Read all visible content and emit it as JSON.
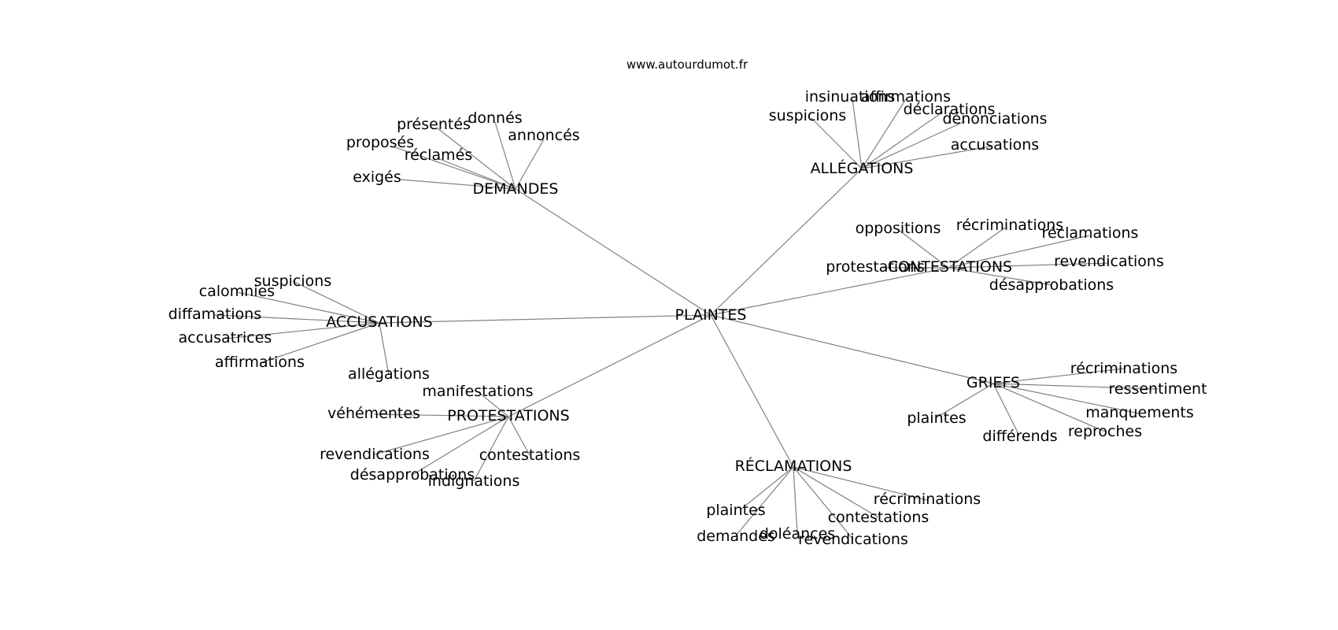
{
  "source": "www.autourdumot.fr",
  "root": "PLAINTES",
  "groups": [
    {
      "label": "DEMANDES",
      "children": [
        "présentés",
        "donnés",
        "annoncés",
        "proposés",
        "réclamés",
        "exigés"
      ]
    },
    {
      "label": "ALLÉGATIONS",
      "children": [
        "insinuations",
        "affirmations",
        "suspicions",
        "déclarations",
        "dénonciations",
        "accusations"
      ]
    },
    {
      "label": "CONTESTATIONS",
      "children": [
        "oppositions",
        "récriminations",
        "réclamations",
        "protestations",
        "revendications",
        "désapprobations"
      ]
    },
    {
      "label": "ACCUSATIONS",
      "children": [
        "suspicions",
        "calomnies",
        "diffamations",
        "accusatrices",
        "affirmations",
        "allégations"
      ]
    },
    {
      "label": "PROTESTATIONS",
      "children": [
        "manifestations",
        "véhémentes",
        "revendications",
        "contestations",
        "désapprobations",
        "indignations"
      ]
    },
    {
      "label": "GRIEFS",
      "children": [
        "récriminations",
        "ressentiment",
        "plaintes",
        "manquements",
        "différends",
        "reproches"
      ]
    },
    {
      "label": "RÉCLAMATIONS",
      "children": [
        "récriminations",
        "plaintes",
        "contestations",
        "demandes",
        "doléances",
        "revendications"
      ]
    }
  ]
}
